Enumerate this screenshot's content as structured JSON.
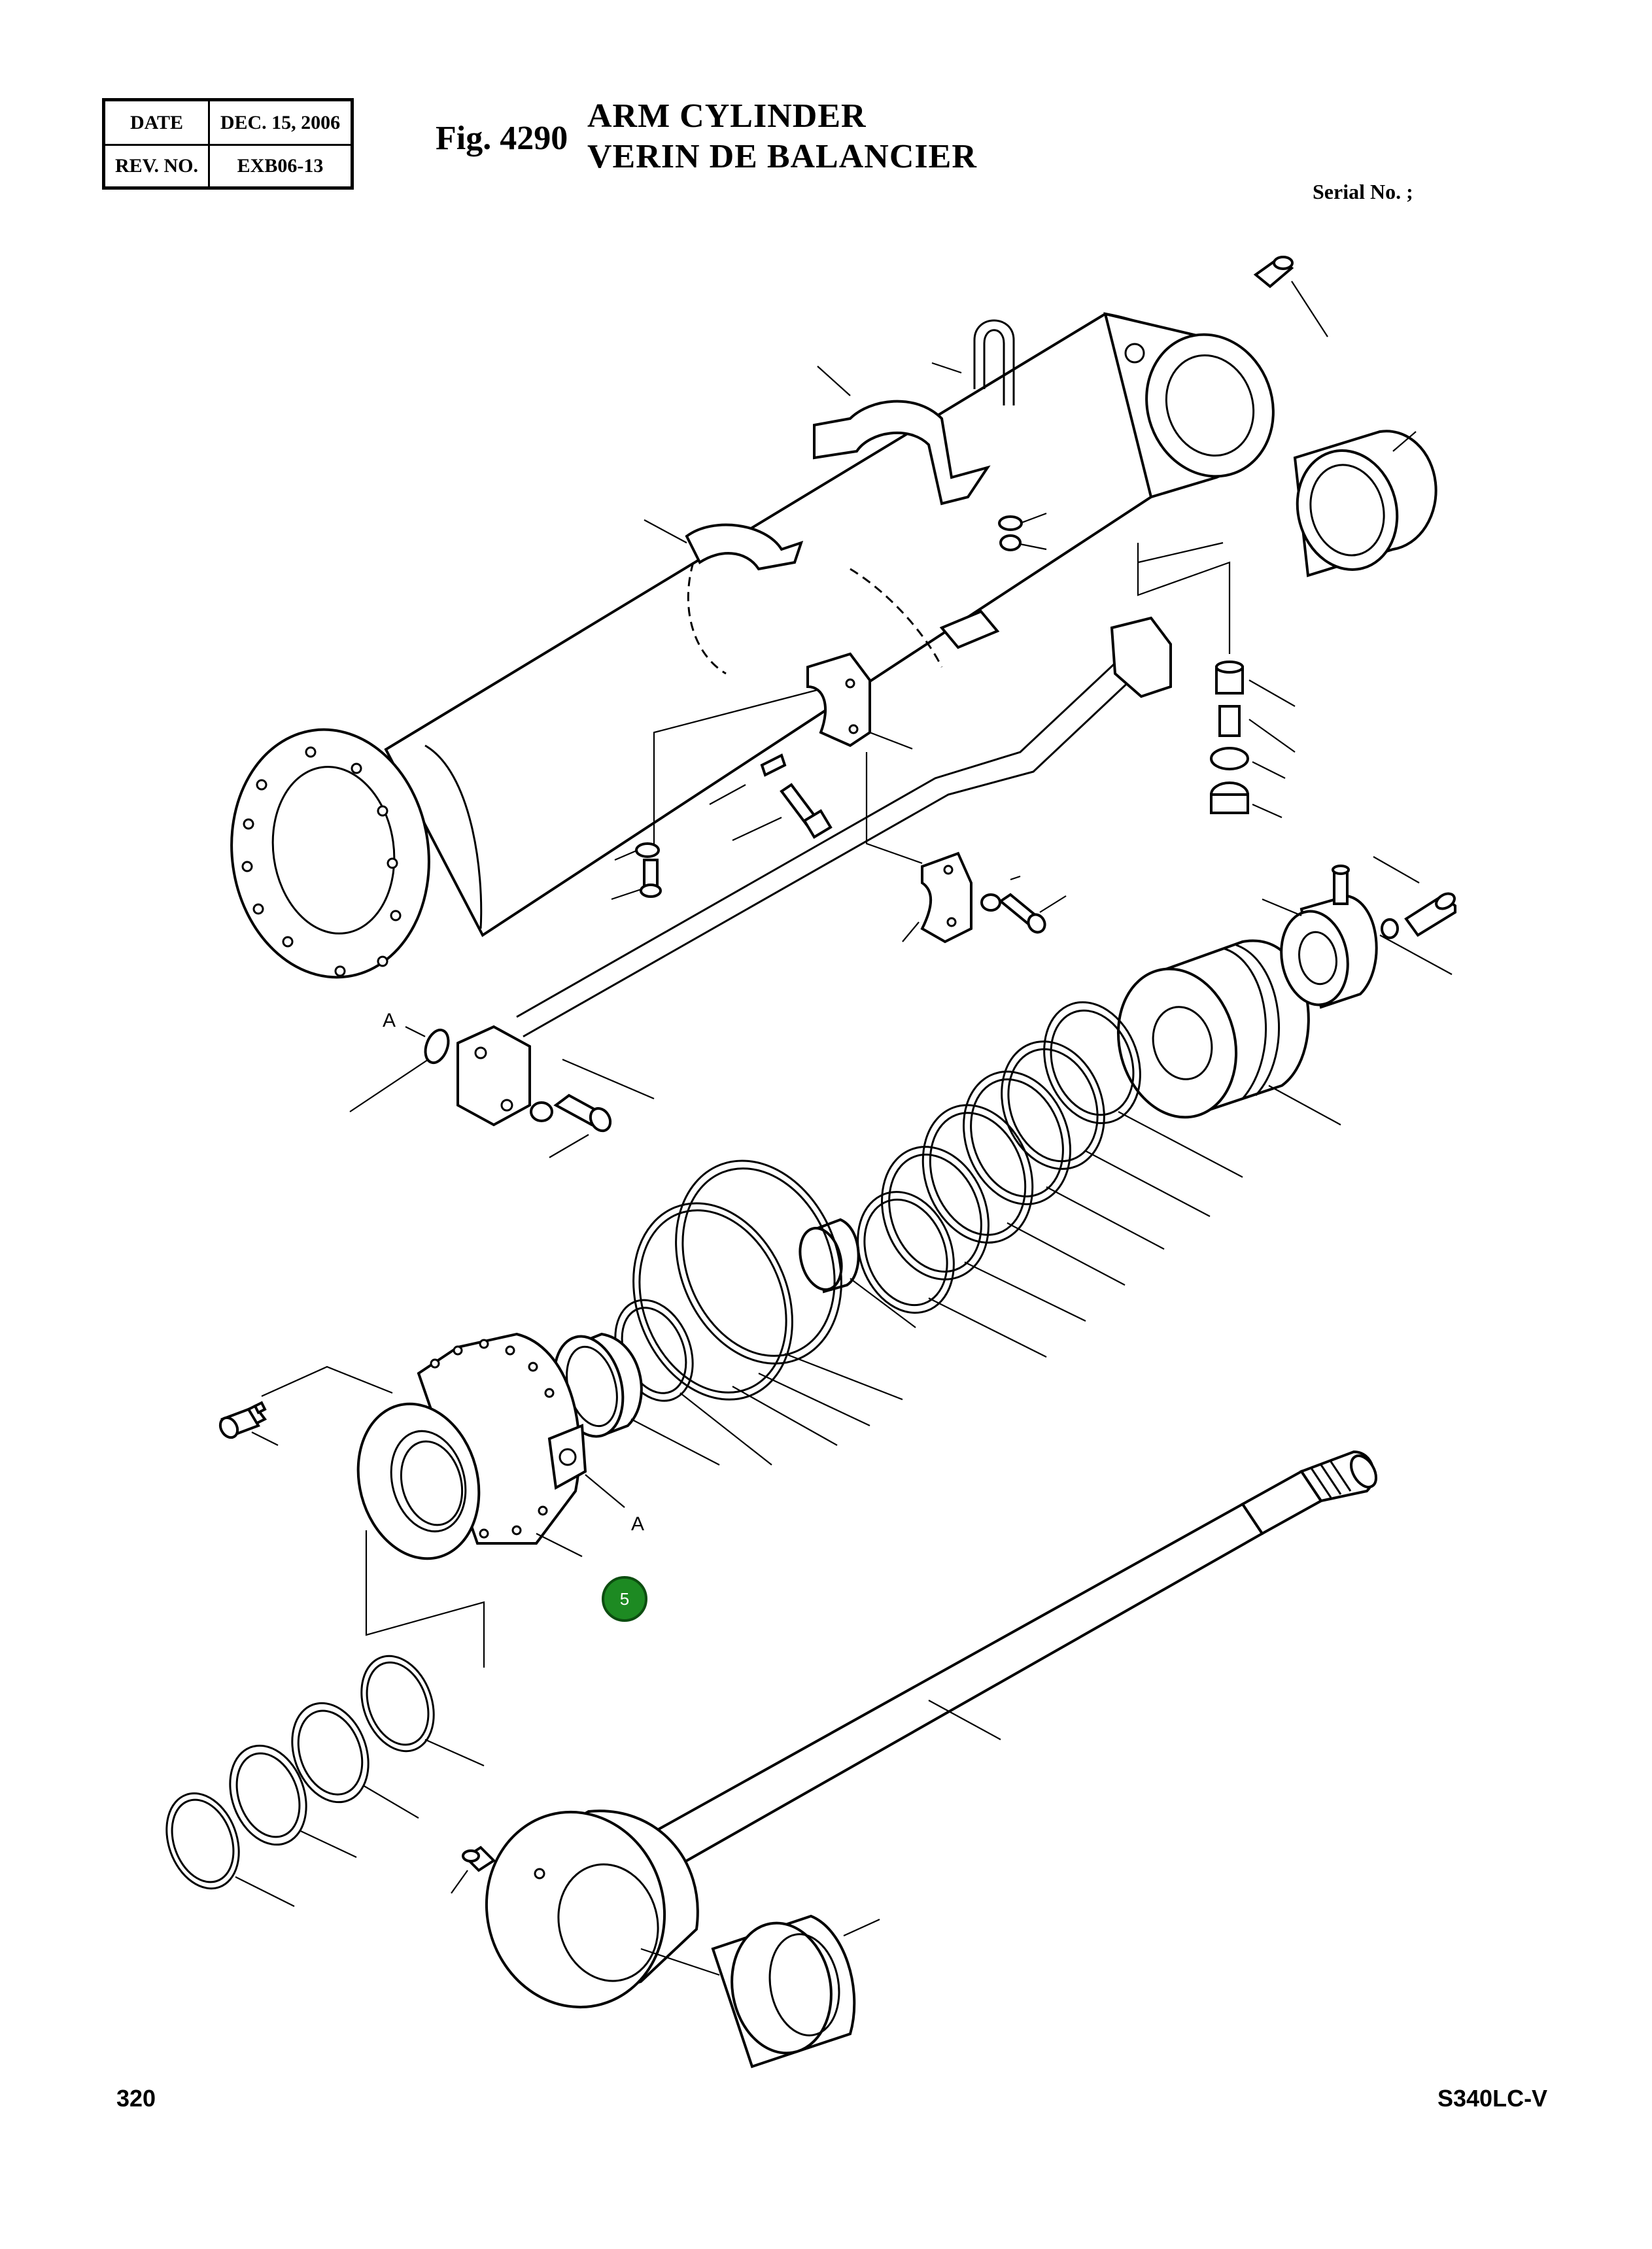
{
  "header": {
    "date_label": "DATE",
    "date_value": "DEC. 15, 2006",
    "rev_label": "REV. NO.",
    "rev_value": "EXB06-13",
    "figure_number": "Fig. 4290",
    "title_en": "ARM CYLINDER",
    "title_fr": "VERIN DE BALANCIER",
    "serial": "Serial No. ;"
  },
  "diagram": {
    "detail_marker": "A",
    "callout_number": "5",
    "callout_color": "#1d8a22"
  },
  "footer": {
    "page_number": "320",
    "model": "S340LC-V"
  }
}
